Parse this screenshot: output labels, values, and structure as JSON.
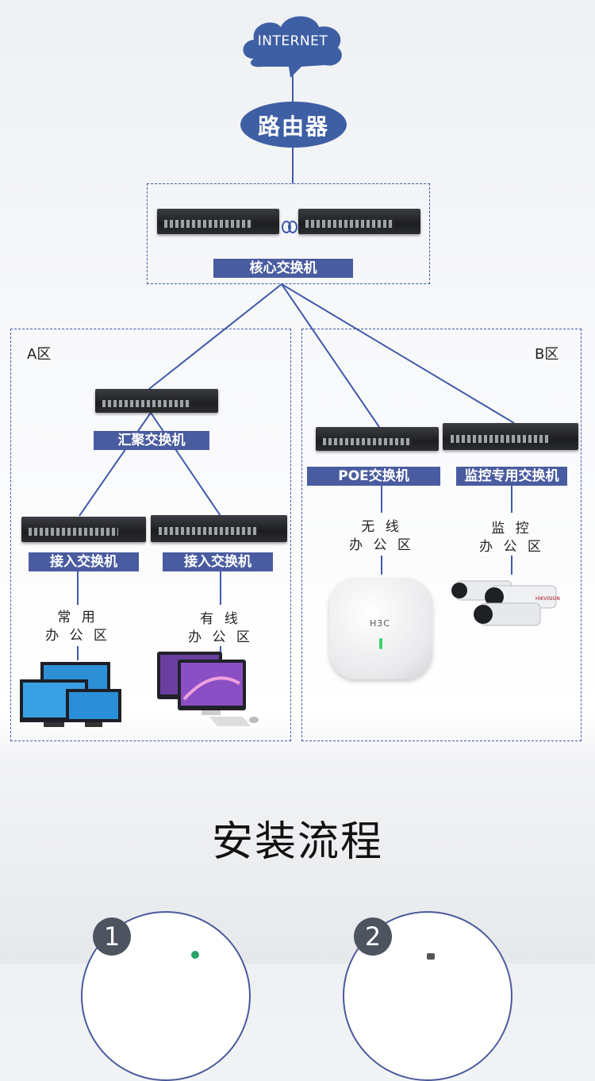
{
  "network": {
    "internet": "INTERNET",
    "router": "路由器",
    "core_switch": "核心交换机",
    "zone_a": "A区",
    "zone_b": "B区",
    "aggregation_switch": "汇聚交换机",
    "access_switch_1": "接入交换机",
    "access_switch_2": "接入交换机",
    "poe_switch": "POE交换机",
    "monitor_switch": "监控专用交换机",
    "common_office_line1": "常 用",
    "common_office_line2": "办 公 区",
    "wired_office_line1": "有 线",
    "wired_office_line2": "办 公 区",
    "wireless_office_line1": "无 线",
    "wireless_office_line2": "办 公 区",
    "monitor_office_line1": "监 控",
    "monitor_office_line2": "办 公 区",
    "ap_brand": "H3C",
    "camera_brand": "HIKVISION"
  },
  "install": {
    "title": "安装流程",
    "steps": [
      "1",
      "2"
    ]
  },
  "colors": {
    "accent": "#4a5ca0",
    "line": "#3f5aa8",
    "cloud": "#3e5fa3"
  }
}
